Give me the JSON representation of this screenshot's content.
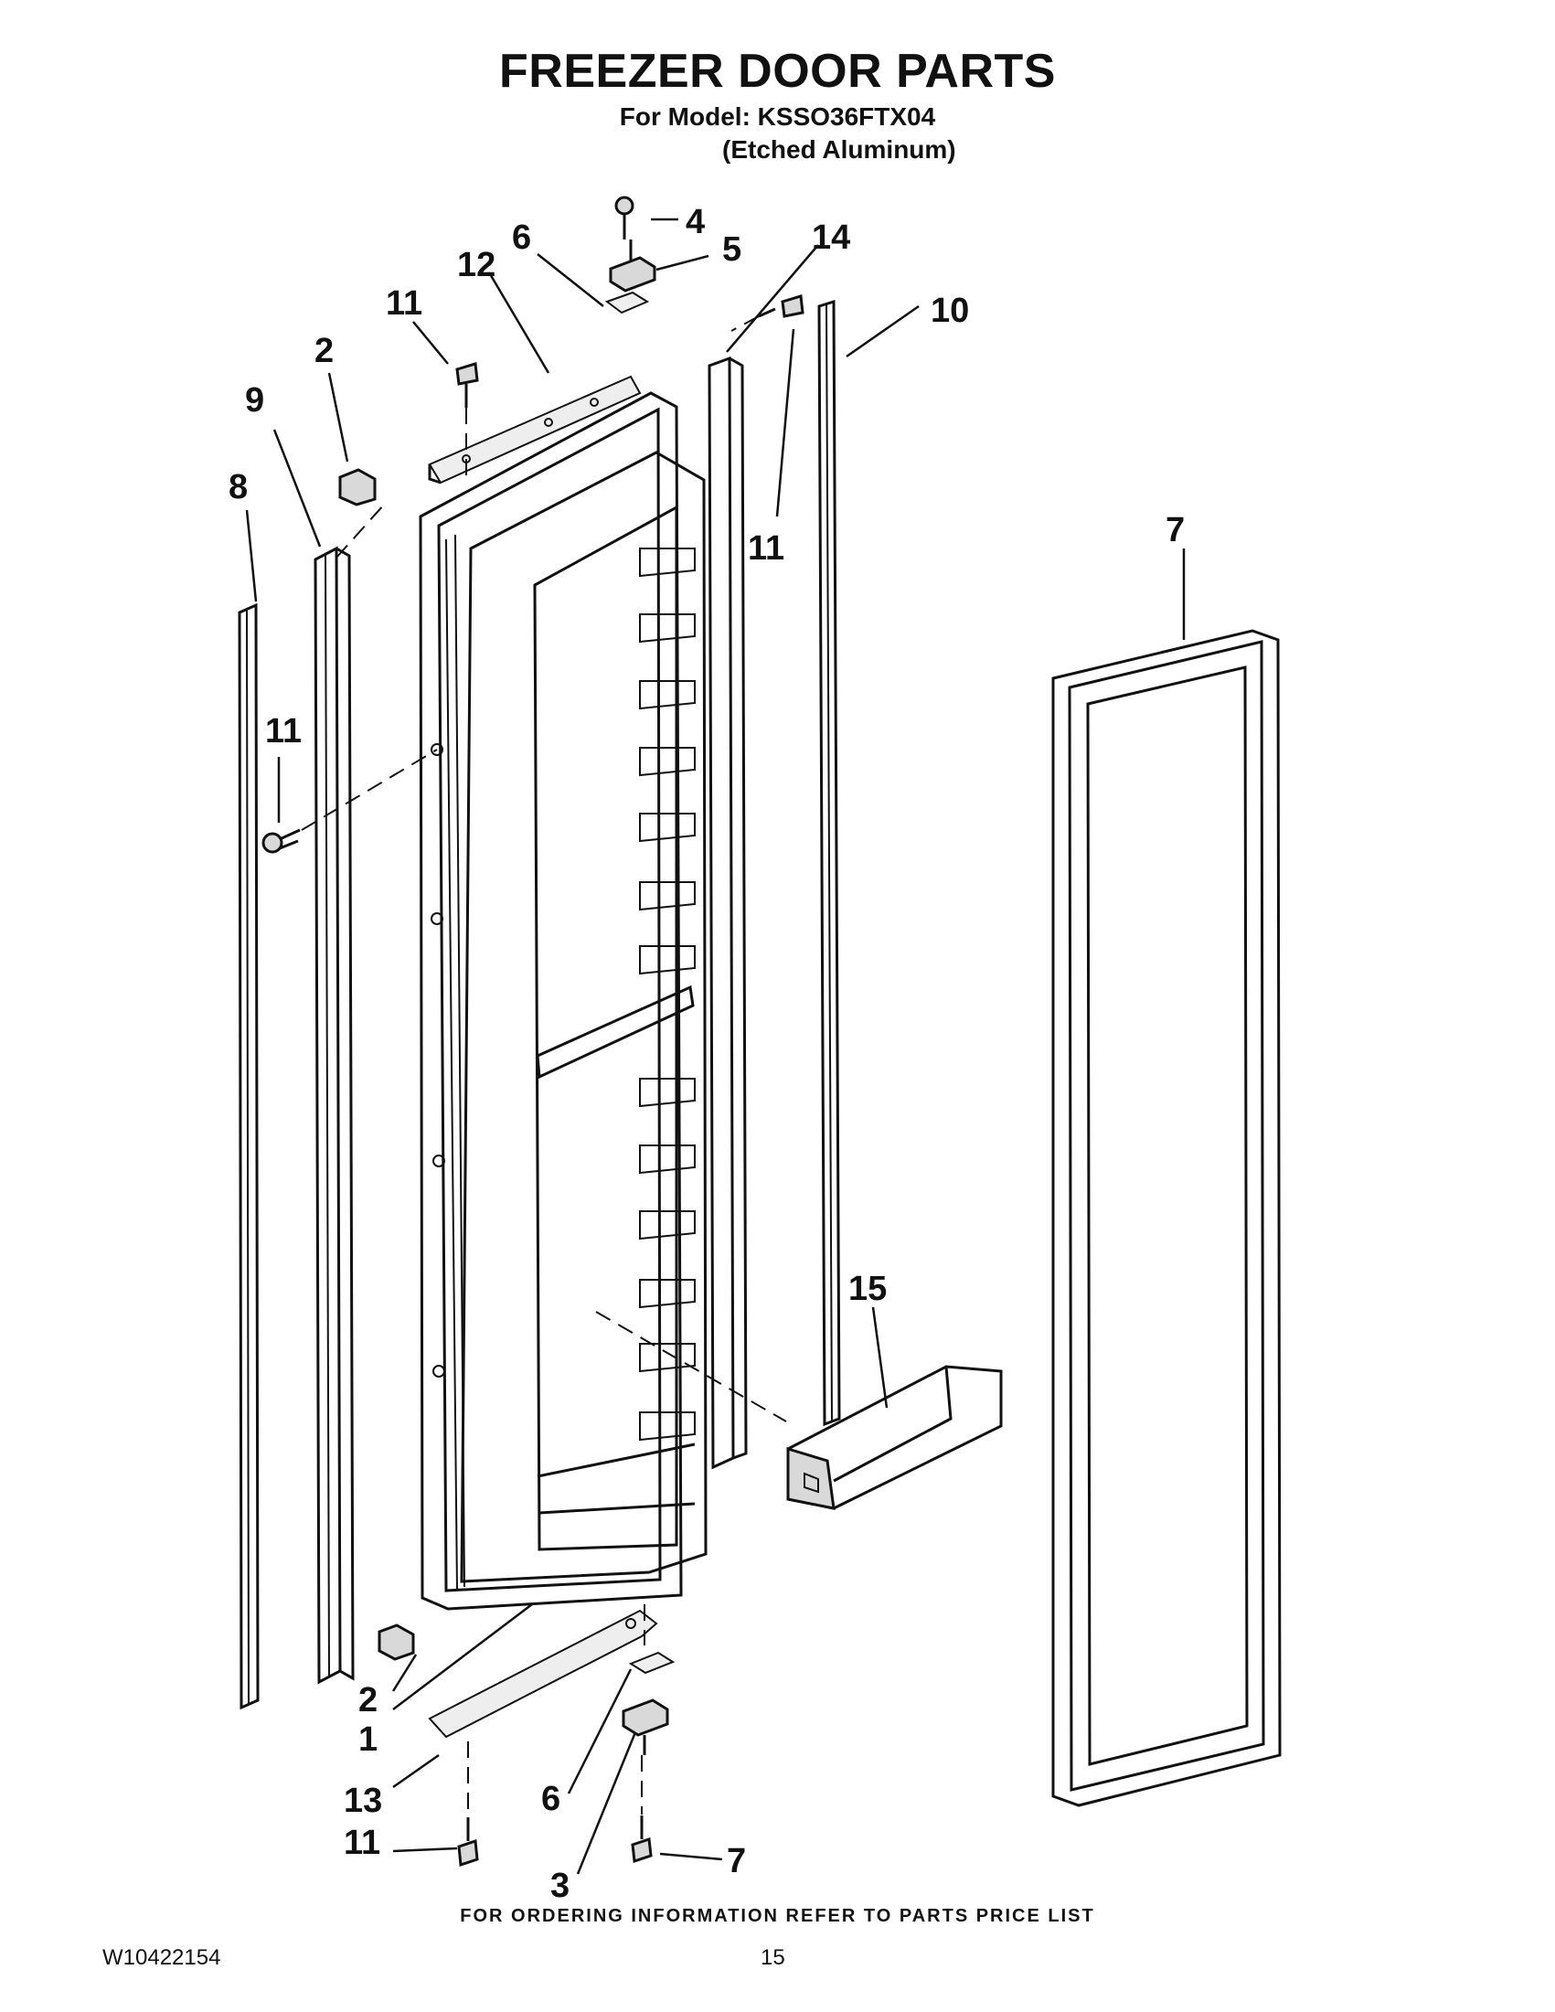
{
  "header": {
    "title": "FREEZER DOOR PARTS",
    "model_line": "For Model: KSSO36FTX04",
    "finish_line": "(Etched Aluminum)"
  },
  "callouts": {
    "c1": "1",
    "c2a": "2",
    "c2b": "2",
    "c3": "3",
    "c4": "4",
    "c5": "5",
    "c6a": "6",
    "c6b": "6",
    "c7a": "7",
    "c7b": "7",
    "c8": "8",
    "c9": "9",
    "c10": "10",
    "c11a": "11",
    "c11b": "11",
    "c11c": "11",
    "c11d": "11",
    "c12": "12",
    "c13": "13",
    "c14": "14",
    "c15": "15"
  },
  "footer": {
    "ordering_note": "FOR ORDERING INFORMATION REFER TO PARTS PRICE LIST",
    "document_number": "W10422154",
    "page_number": "15"
  }
}
